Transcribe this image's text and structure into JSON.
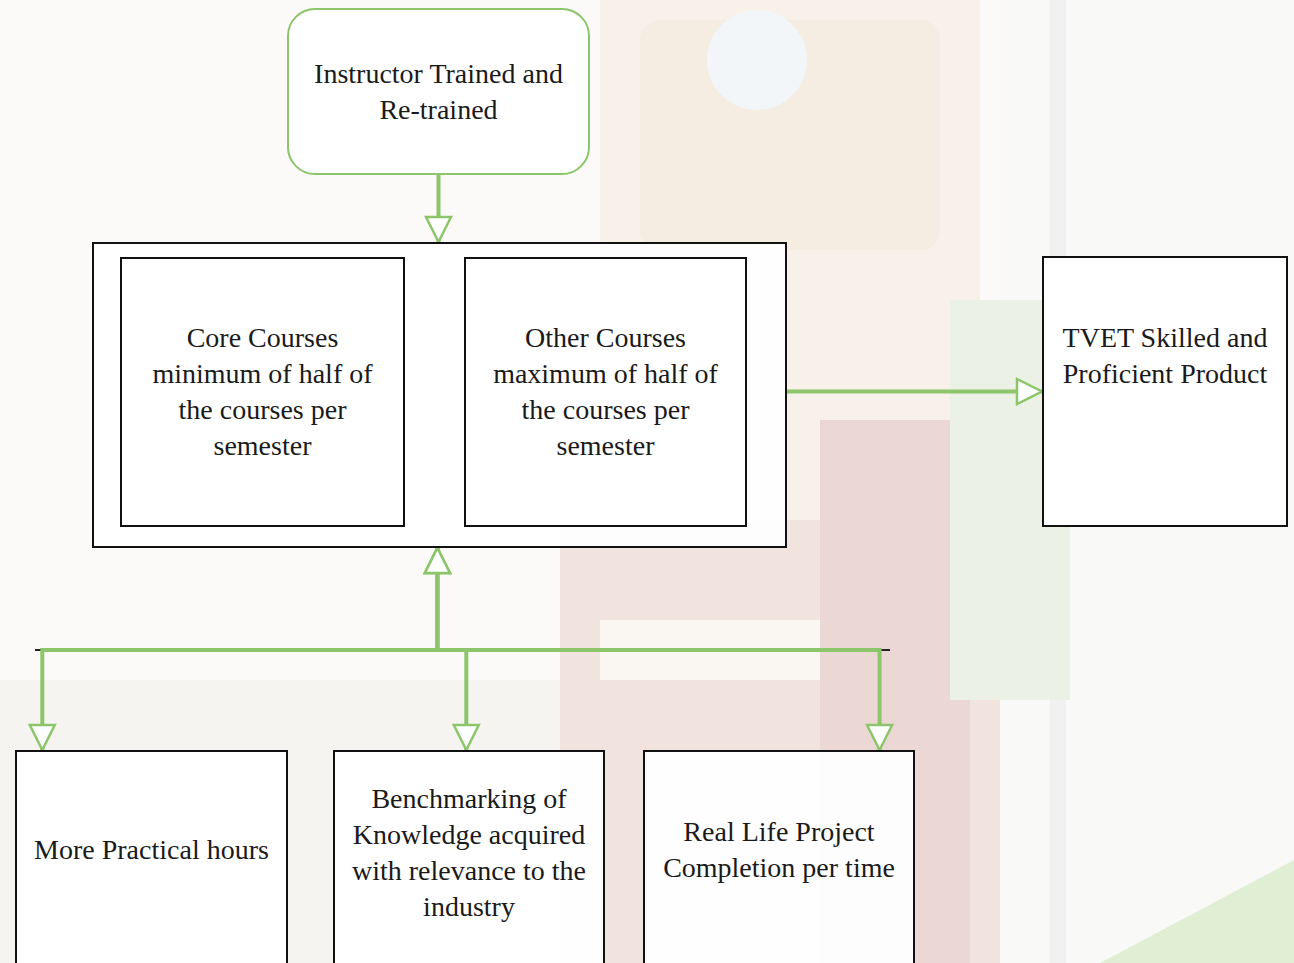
{
  "diagram": {
    "nodes": [
      {
        "text": [
          "Instructor Trained and Re-trained"
        ]
      },
      {
        "text": []
      },
      {
        "text": [
          "Core Courses minimum of half of the courses per semester"
        ],
        "in": 1
      },
      {
        "text": [
          "Other Courses maximum of half of the courses per semester"
        ],
        "in": 1
      },
      {
        "text": [
          "TVET Skilled and Proficient Product"
        ]
      },
      {
        "text": [
          "More Practical hours"
        ]
      },
      {
        "text": [
          "Benchmarking of Knowledge acquired with relevance to the industry"
        ]
      },
      {
        "text": [
          "Real Life Project Completion per time"
        ]
      }
    ],
    "edges": [
      {
        "from": 0,
        "to": 1,
        "arrow": "to"
      },
      {
        "from": 1,
        "to": 4,
        "arrow": "to"
      },
      {
        "from": 1,
        "to": 5,
        "arrow": "both"
      },
      {
        "from": 1,
        "to": 6,
        "arrow": "both"
      },
      {
        "from": 1,
        "to": 7,
        "arrow": "both"
      }
    ]
  }
}
